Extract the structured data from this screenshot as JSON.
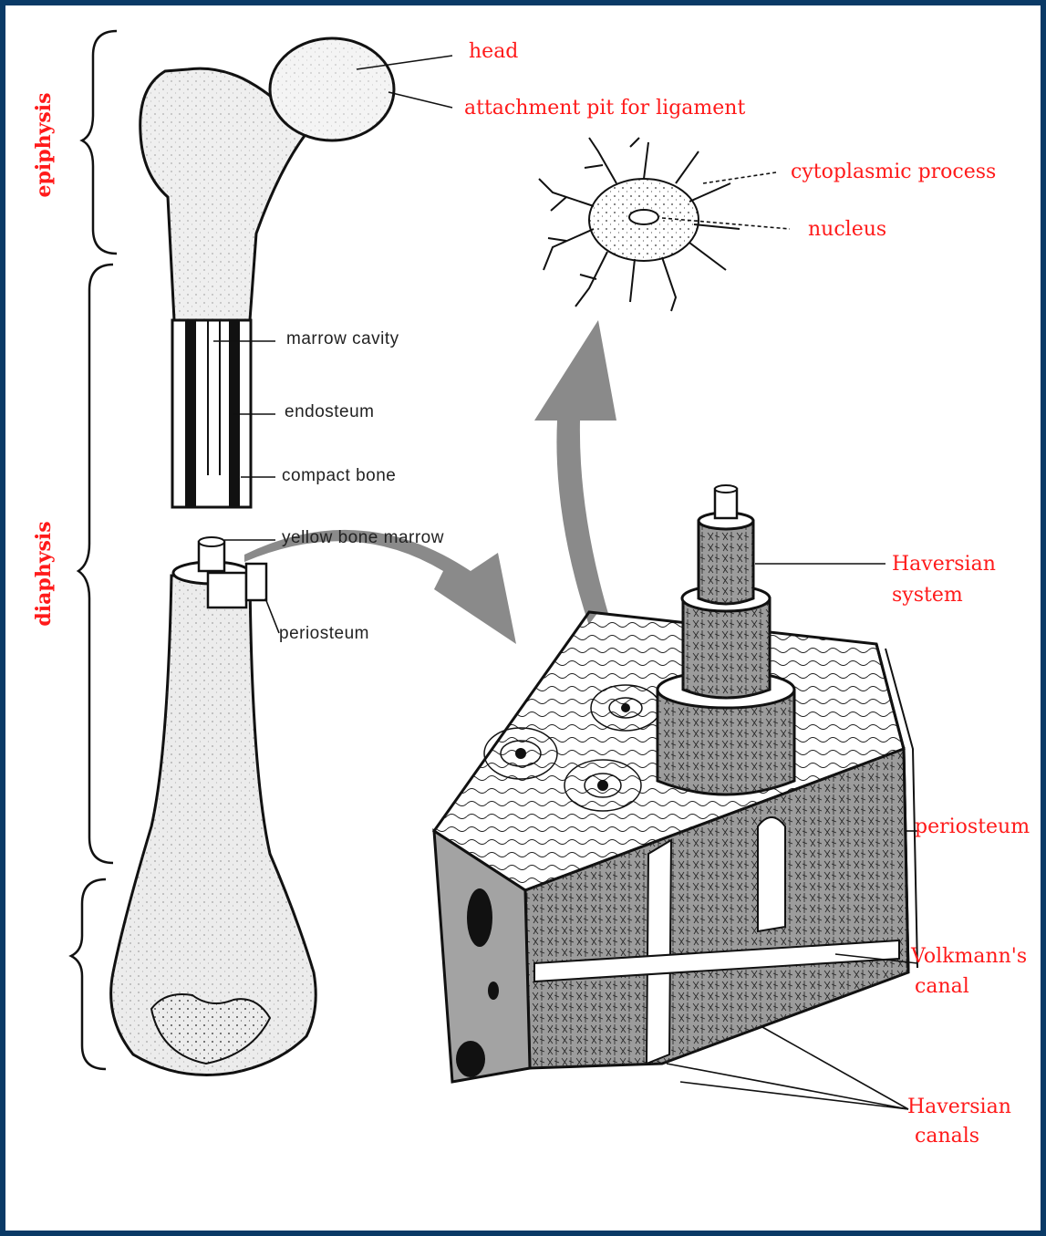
{
  "colors": {
    "label_red": "#ff1a1a",
    "label_black": "#222222",
    "frame": "#0a3a66",
    "arrow": "#8a8a8a",
    "bone_fill": "#e6e6e6",
    "tissue_fill": "#9c9c9c"
  },
  "regions": {
    "epiphysis": "epiphysis",
    "diaphysis": "diaphysis"
  },
  "labels": {
    "head": "head",
    "attachment_pit": "attachment pit for ligament",
    "cytoplasmic_process": "cytoplasmic process",
    "nucleus": "nucleus",
    "marrow_cavity": "marrow cavity",
    "endosteum": "endosteum",
    "compact_bone": "compact bone",
    "yellow_bone_marrow": "yellow bone marrow",
    "periosteum_small": "periosteum",
    "haversian_system": [
      "Haversian",
      "system"
    ],
    "periosteum_block": "periosteum",
    "volkmanns_canal": [
      "Volkmann's",
      "canal"
    ],
    "haversian_canals": [
      "Haversian",
      "canals"
    ]
  }
}
